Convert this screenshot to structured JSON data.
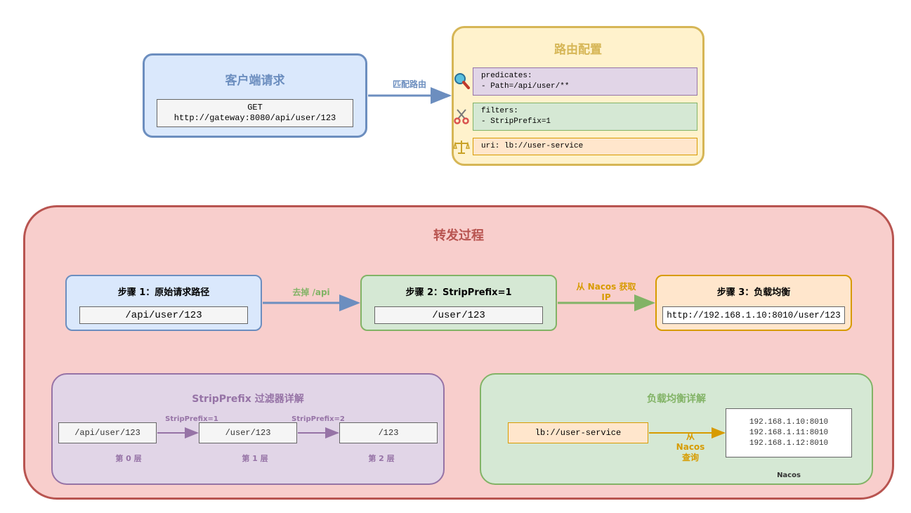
{
  "client": {
    "title": "客户端请求",
    "request_line1": "GET",
    "request_line2": "http://gateway:8080/api/user/123"
  },
  "match_label": "匹配路由",
  "route": {
    "title": "路由配置",
    "predicates_line1": "predicates:",
    "predicates_line2": "- Path=/api/user/**",
    "filters_line1": "filters:",
    "filters_line2": "- StripPrefix=1",
    "uri": "uri: lb://user-service"
  },
  "forward": {
    "title": "转发过程",
    "step1": {
      "title": "步骤 1：原始请求路径",
      "value": "/api/user/123"
    },
    "step2": {
      "title": "步骤 2：StripPrefix=1",
      "value": "/user/123"
    },
    "step3": {
      "title": "步骤 3：负载均衡",
      "value": "http://192.168.1.10:8010/user/123"
    },
    "arrow1_label": "去掉 /api",
    "arrow2_label_line1": "从 Nacos 获取",
    "arrow2_label_line2": "IP"
  },
  "strip": {
    "title": "StripPrefix 过滤器详解",
    "paths": [
      "/api/user/123",
      "/user/123",
      "/123"
    ],
    "layers": [
      "第 0 层",
      "第 1 层",
      "第 2 层"
    ],
    "arrow1_label": "StripPrefix=1",
    "arrow2_label": "StripPrefix=2"
  },
  "lb": {
    "title": "负载均衡详解",
    "service": "lb://user-service",
    "arrow_label_line1": "从",
    "arrow_label_line2": "Nacos",
    "arrow_label_line3": "查询",
    "instances": [
      "192.168.1.10:8010",
      "192.168.1.11:8010",
      "192.168.1.12:8010"
    ],
    "registry_label": "Nacos"
  },
  "colors": {
    "blue_fill": "#dae8fc",
    "blue_stroke": "#6c8ebf",
    "yellow_fill": "#fff2cc",
    "yellow_stroke": "#d6b656",
    "red_fill": "#f8cecc",
    "red_stroke": "#b85450",
    "green_fill": "#d5e8d4",
    "green_stroke": "#82b366",
    "purple_fill": "#e1d5e7",
    "purple_stroke": "#9673a6",
    "orange_fill": "#ffe6cc",
    "orange_stroke": "#d79b00"
  }
}
